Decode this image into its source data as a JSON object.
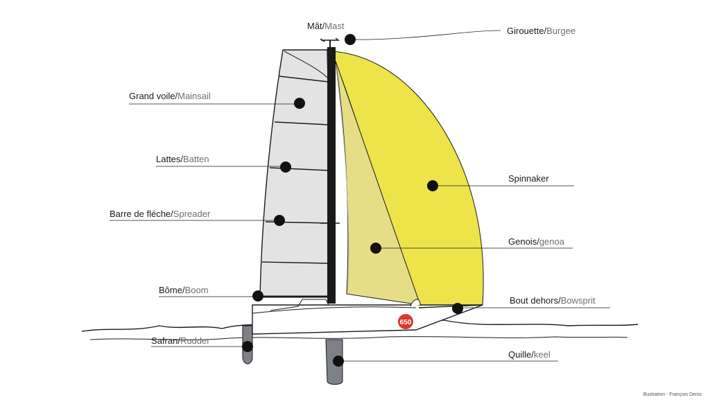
{
  "colors": {
    "spinnaker": "#ECE44A",
    "genoa": "#E6DE86",
    "mainsail": "#E3E3E3",
    "ink": "#1A1A1A",
    "english": "#6E6E6E",
    "hull_logo": "#D83A2E",
    "keel": "#7E8185"
  },
  "labels": [
    {
      "id": "mast",
      "fr": "Mât",
      "en": "Mast"
    },
    {
      "id": "burgee",
      "fr": "Girouette",
      "en": "Burgee"
    },
    {
      "id": "mainsail",
      "fr": "Grand voile",
      "en": "Mainsail"
    },
    {
      "id": "batten",
      "fr": "Lattes",
      "en": "Batten"
    },
    {
      "id": "spinnaker",
      "fr": "Spinnaker",
      "en": ""
    },
    {
      "id": "spreader",
      "fr": "Barre de fléche",
      "en": "Spreader"
    },
    {
      "id": "genoa",
      "fr": "Genois",
      "en": "genoa"
    },
    {
      "id": "boom",
      "fr": "Bôme",
      "en": "Boom"
    },
    {
      "id": "bowsprit",
      "fr": "Bout dehors",
      "en": "Bowsprit"
    },
    {
      "id": "rudder",
      "fr": "Safran",
      "en": "Rudder"
    },
    {
      "id": "keel",
      "fr": "Quille",
      "en": "keel"
    }
  ],
  "hull_logo_text": "650",
  "credit": "Illustration - François Denis"
}
